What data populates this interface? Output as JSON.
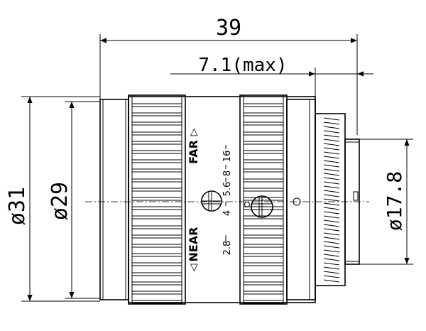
{
  "dimensions": {
    "overall_length": "39",
    "back_protrusion": "7.1(max)",
    "front_diameter": "ø31",
    "ring_diameter": "ø29",
    "mount_diameter": "ø17.8"
  },
  "focus_ring": {
    "far_label": "FAR",
    "near_label": "NEAR",
    "far_arrow": "▷",
    "near_arrow": "◁"
  },
  "iris_scale": [
    "2.8",
    "4",
    "5.6",
    "8",
    "16"
  ]
}
